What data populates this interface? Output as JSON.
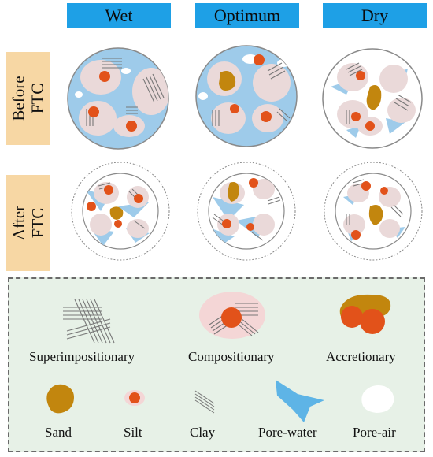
{
  "columns": [
    "Wet",
    "Optimum",
    "Dry"
  ],
  "rows": [
    "Before\nFTC",
    "After\nFTC"
  ],
  "legend": {
    "superimpositionary": "Superimpositionary",
    "compositionary": "Compositionary",
    "accretionary": "Accretionary",
    "sand": "Sand",
    "silt": "Silt",
    "clay": "Clay",
    "pore_water": "Pore-water",
    "pore_air": "Pore-air"
  },
  "colors": {
    "header_blue": "#1ea0e6",
    "row_label_bg": "#f7d7a4",
    "pore_water": "#9ecbea",
    "aggregate": "#ead9d9",
    "sand": "#c2860e",
    "silt": "#e2521a",
    "clay_lines": "#777777",
    "legend_bg": "#e7f1e7"
  }
}
